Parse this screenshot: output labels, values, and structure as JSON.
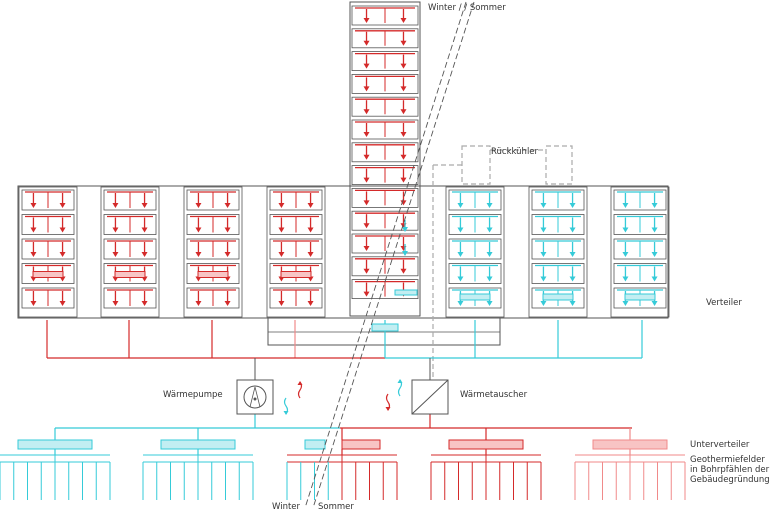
{
  "labels": {
    "season_top": "Winter / / Sommer",
    "season_bottom_winter": "Winter",
    "season_bottom_sommer": "Sommer",
    "rueckkuehler": "Rückkühler",
    "verteiler": "Verteiler",
    "waermepumpe": "Wärmepumpe",
    "waermetauscher": "Wärmetauscher",
    "unterverteiler": "Unterverteiler",
    "geothermie_1": "Geothermiefelder",
    "geothermie_2": "in Bohrpfählen der",
    "geothermie_3": "Gebäudegründung"
  },
  "colors": {
    "heating": "#d42a2a",
    "cooling": "#35cbd8",
    "heating_pale": "#f08a8a",
    "heating_fill": "#f8c4c4",
    "cooling_fill": "#c2eef2",
    "structure": "#555555",
    "dashed": "#aaaaaa"
  },
  "diagram": {
    "tower_floors": 13,
    "building_floors": 5,
    "heated_blocks": 4,
    "cooled_blocks": 3,
    "geothermal_fields": 5
  }
}
